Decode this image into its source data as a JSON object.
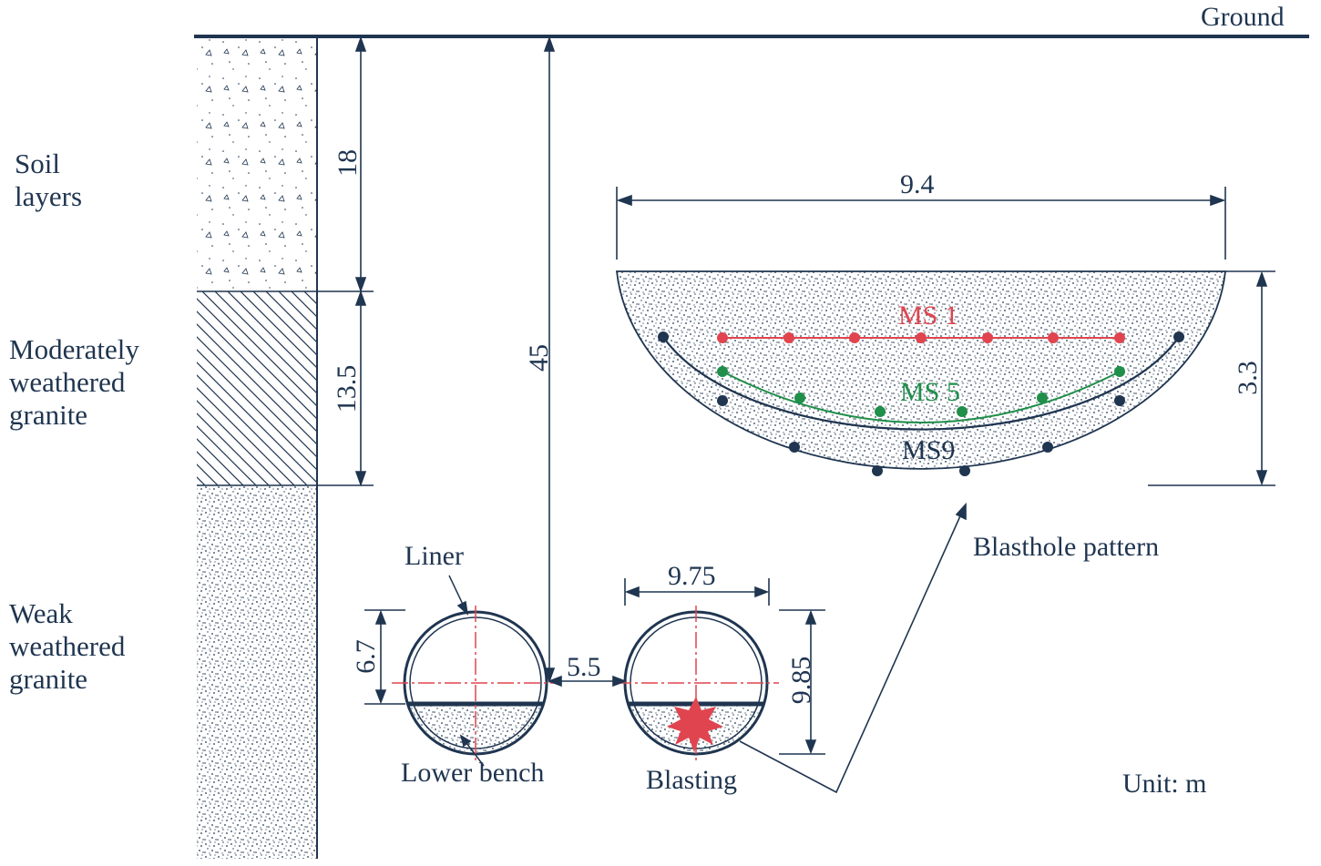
{
  "ground_label": "Ground",
  "unit_label": "Unit: m",
  "layers": [
    {
      "name": "Soil layers",
      "thickness": "18"
    },
    {
      "name": "Moderately weathered granite",
      "thickness": "13.5"
    },
    {
      "name": "Weak weathered granite",
      "thickness": ""
    }
  ],
  "dimensions": {
    "tunnel_depth": "45",
    "spacing": "5.5",
    "tunnel_width": "9.75",
    "tunnel_height": "9.85",
    "upper_height": "6.7",
    "pattern_width": "9.4",
    "pattern_height": "3.3"
  },
  "labels": {
    "liner": "Liner",
    "lower_bench": "Lower bench",
    "blasting": "Blasting",
    "pattern": "Blasthole pattern"
  },
  "delays": [
    {
      "name": "MS 1",
      "color": "#e0454f"
    },
    {
      "name": "MS 5",
      "color": "#1f8f4a"
    },
    {
      "name": "MS9",
      "color": "#1f3550"
    }
  ],
  "colors": {
    "line": "#1f3550",
    "axis": "#e0454f",
    "blast": "#e0454f"
  }
}
